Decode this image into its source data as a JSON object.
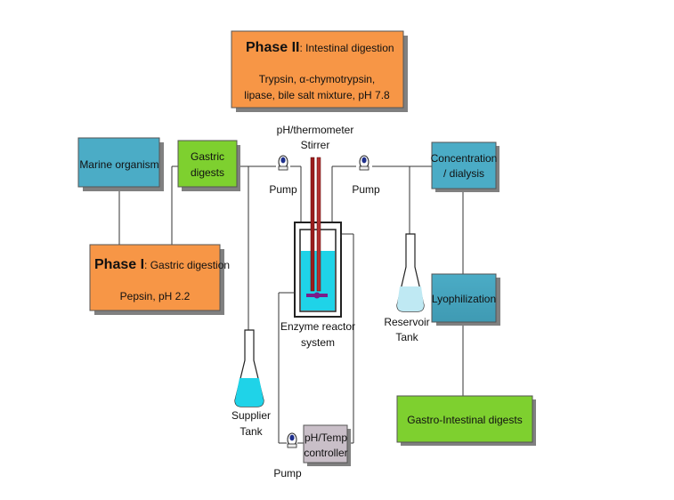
{
  "phase2": {
    "title_bold": "Phase II",
    "title_rest": ": Intestinal digestion",
    "line1": "Trypsin, α-chymotrypsin,",
    "line2": "lipase, bile salt mixture, pH 7.8"
  },
  "phase1": {
    "title_bold": "Phase I",
    "title_rest": ": Gastric digestion",
    "line1": "Pepsin, pH 2.2"
  },
  "boxes": {
    "marine": "Marine organism",
    "gastric_1": "Gastric",
    "gastric_2": "digests",
    "concentration_1": "Concentration",
    "concentration_2": "/ dialysis",
    "lyophilization": "Lyophilization",
    "gi_digests": "Gastro-Intestinal digests",
    "phtemp_1": "pH/Temp",
    "phtemp_2": "controller"
  },
  "labels": {
    "ph_thermo": "pH/thermometer",
    "stirrer": "Stirrer",
    "pump": "Pump",
    "enzyme_1": "Enzyme reactor",
    "enzyme_2": "system",
    "reservoir_1": "Reservoir",
    "reservoir_2": "Tank",
    "supplier_1": "Supplier",
    "supplier_2": "Tank"
  },
  "colors": {
    "orange": "#F79646",
    "blue": "#4BACC6",
    "green": "#7ED02F",
    "grey": "#C9BFC8",
    "cyan_liquid": "#1FD3E8"
  }
}
